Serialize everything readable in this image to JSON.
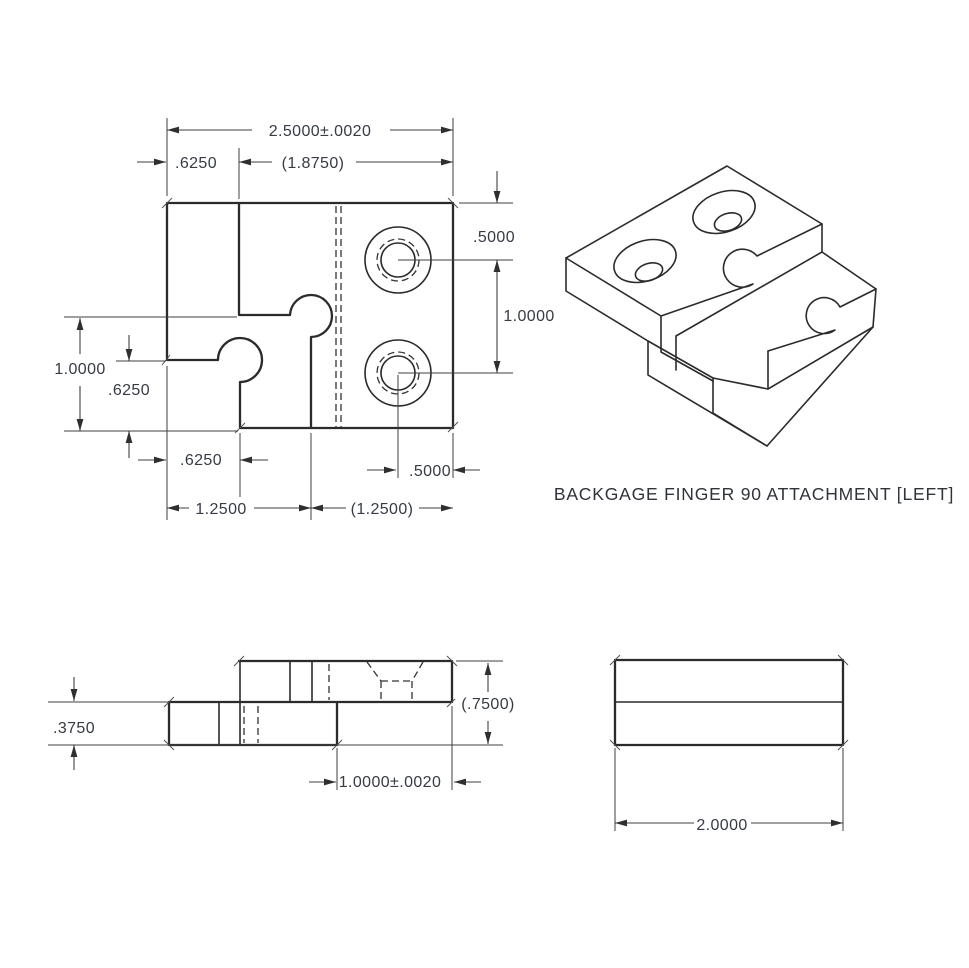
{
  "caption": "BACKGAGE FINGER 90 ATTACHMENT [LEFT]",
  "colors": {
    "line": "#2b2b2b",
    "dimension_text": "#363b44",
    "background": "#ffffff"
  },
  "plan_view": {
    "dims": {
      "overall_width": "2.5000±.0020",
      "top_offset": ".6250",
      "top_ref_width": "(1.8750)",
      "hole_top_offset": ".5000",
      "hole_spacing": "1.0000",
      "left_height": "1.0000",
      "left_step": ".6250",
      "bottom_step": ".6250",
      "bottom_left": "1.2500",
      "bottom_right_ref": "(1.2500)",
      "hole_right_offset": ".5000"
    }
  },
  "side_view": {
    "dims": {
      "step_thickness": ".3750",
      "overall_thickness": "(.7500)",
      "tongue_length": "1.0000±.0020"
    }
  },
  "end_view": {
    "dims": {
      "depth": "2.0000"
    }
  }
}
